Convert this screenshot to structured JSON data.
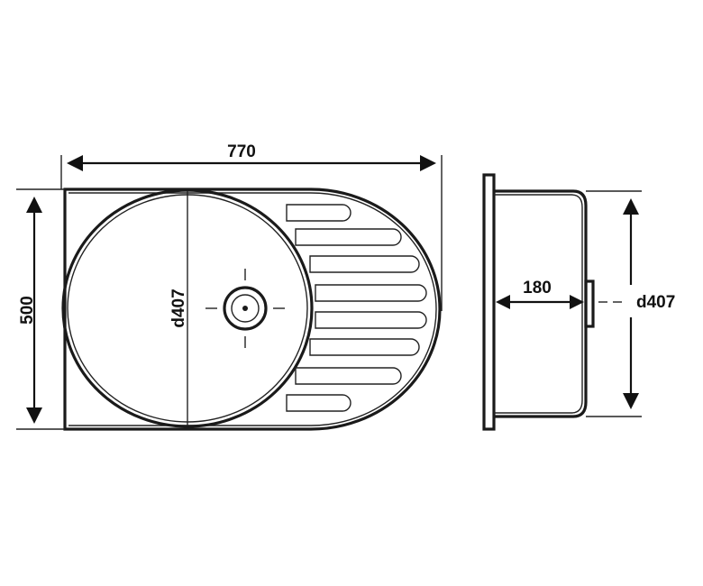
{
  "dimensions": {
    "overall_width": "770",
    "overall_depth": "500",
    "bowl_diameter_top": "d407",
    "bowl_depth": "180",
    "bowl_diameter_side": "d407"
  },
  "colors": {
    "line": "#1a1a1a",
    "background": "#ffffff"
  }
}
